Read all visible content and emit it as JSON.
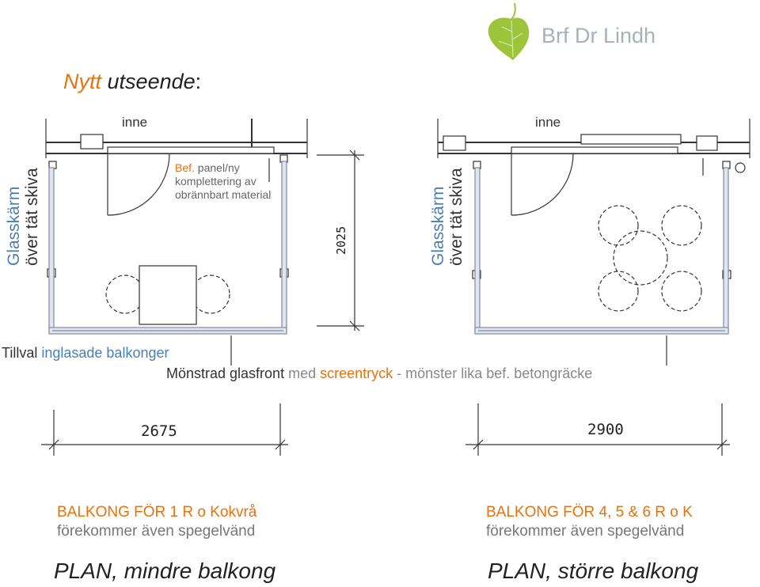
{
  "brand": {
    "name": "Brf Dr Lindh",
    "logo_icon": "leaf-icon"
  },
  "heading": {
    "word1": "Nytt",
    "word2": "utseende",
    "colon": ":"
  },
  "left_plan": {
    "inne": "inne",
    "side_label": {
      "line1": "Glasskärm",
      "line2": "över tät skiva"
    },
    "note": {
      "part1": "Bef.",
      "part2": "panel/ny",
      "line2": "komplettering av",
      "line3": "obrännbart material"
    },
    "height_dim": "2025",
    "width_dim": "2675",
    "caption_title": "BALKONG FÖR 1 R o Kokvrå",
    "caption_sub": "förekommer även spegelvänd",
    "plan_title": "PLAN, mindre balkong"
  },
  "right_plan": {
    "inne": "inne",
    "side_label": {
      "line1": "Glasskärm",
      "line2": "över tät skiva"
    },
    "width_dim": "2900",
    "caption_title": "BALKONG FÖR 4, 5 & 6 R o K",
    "caption_sub": "förekommer även spegelvänd",
    "plan_title": "PLAN, större balkong"
  },
  "notes": {
    "tillval_1": "Tillval",
    "tillval_2": "inglasade balkonger",
    "glas_1": "Mönstrad glasfront",
    "glas_2": "med",
    "glas_3": "screentryck",
    "glas_4": "-  mönster lika bef. betongräcke"
  },
  "colors": {
    "orange": "#e8720c",
    "blue": "#4a7fb5",
    "grey_text": "#a7b0bd",
    "leaf": "#9dc43a",
    "glass_fill": "#dde7f1"
  }
}
